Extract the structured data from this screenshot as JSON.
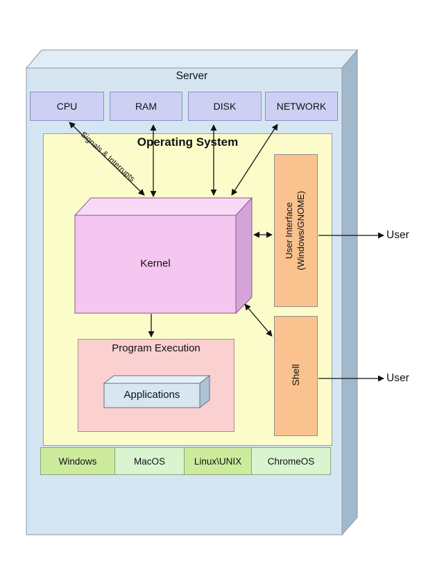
{
  "server": {
    "label": "Server"
  },
  "hardware": {
    "cpu": "CPU",
    "ram": "RAM",
    "disk": "DISK",
    "network": "NETWORK"
  },
  "os": {
    "title": "Operating System",
    "kernel": "Kernel",
    "signals": "Signals & Interrupts",
    "program_execution": "Program Execution",
    "applications": "Applications",
    "ui_line1": "User Interface",
    "ui_line2": "(Windows/GNOME)",
    "shell": "Shell"
  },
  "os_types": {
    "windows": "Windows",
    "macos": "MacOS",
    "linux": "Linux\\UNIX",
    "chromeos": "ChromeOS"
  },
  "users": {
    "ui": "User",
    "shell": "User"
  },
  "colors": {
    "server_front": "#d5e6f2",
    "server_top": "#e0edf6",
    "server_side": "#a2b9cc",
    "server_stroke": "#8a97a6",
    "hardware_fill": "#cdd0f3",
    "os_fill": "#fcfcca",
    "kernel_front": "#f5c6f0",
    "kernel_top": "#f9daf6",
    "kernel_side": "#d5a5da",
    "kernel_stroke": "#7d5f8d",
    "interface_orange": "#f9c28e",
    "program_execution_fill": "#fbd0d0",
    "applications_front": "#d7e7f2",
    "applications_top": "#e6eff6",
    "applications_side": "#aec4d6",
    "green_dark": "#cdeb9d",
    "green_light": "#d8f5d0",
    "arrow": "#111111"
  }
}
